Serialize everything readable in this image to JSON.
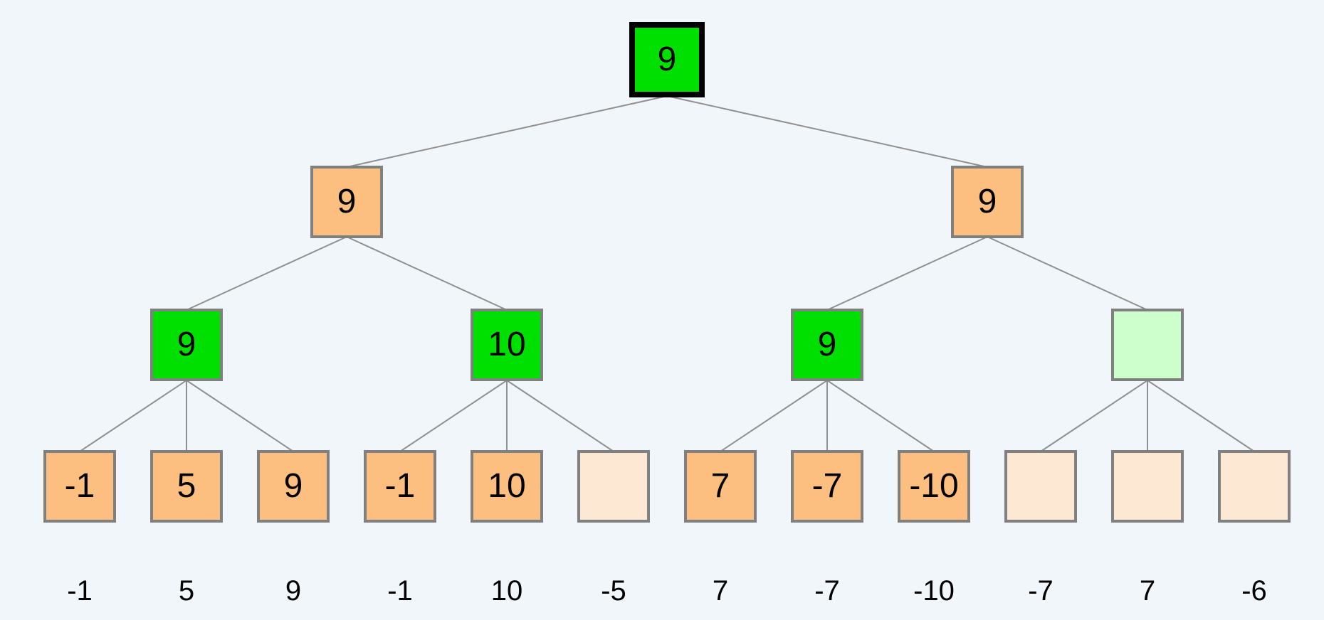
{
  "palette": {
    "background": "#f0f6fa",
    "node_green": "#00e000",
    "node_orange": "#fcbf80",
    "node_pale_orange": "#fde8d4",
    "node_pale_green": "#ccffcc",
    "node_border": "#808080",
    "root_border": "#000000",
    "edge": "#909090",
    "text": "#000000"
  },
  "tree": {
    "root": {
      "value": "9",
      "color": "#00e000"
    },
    "level2": [
      {
        "value": "9",
        "color": "#fcbf80"
      },
      {
        "value": "9",
        "color": "#fcbf80"
      }
    ],
    "level3": [
      {
        "value": "9",
        "color": "#00e000"
      },
      {
        "value": "10",
        "color": "#00e000"
      },
      {
        "value": "9",
        "color": "#00e000"
      },
      {
        "value": "",
        "color": "#ccffcc"
      }
    ],
    "leaves": [
      {
        "value": "-1",
        "color": "#fcbf80"
      },
      {
        "value": "5",
        "color": "#fcbf80"
      },
      {
        "value": "9",
        "color": "#fcbf80"
      },
      {
        "value": "-1",
        "color": "#fcbf80"
      },
      {
        "value": "10",
        "color": "#fcbf80"
      },
      {
        "value": "",
        "color": "#fde8d4"
      },
      {
        "value": "7",
        "color": "#fcbf80"
      },
      {
        "value": "-7",
        "color": "#fcbf80"
      },
      {
        "value": "-10",
        "color": "#fcbf80"
      },
      {
        "value": "",
        "color": "#fde8d4"
      },
      {
        "value": "",
        "color": "#fde8d4"
      },
      {
        "value": "",
        "color": "#fde8d4"
      }
    ]
  },
  "leaf_labels": [
    "-1",
    "5",
    "9",
    "-1",
    "10",
    "-5",
    "7",
    "-7",
    "-10",
    "-7",
    "7",
    "-6"
  ]
}
